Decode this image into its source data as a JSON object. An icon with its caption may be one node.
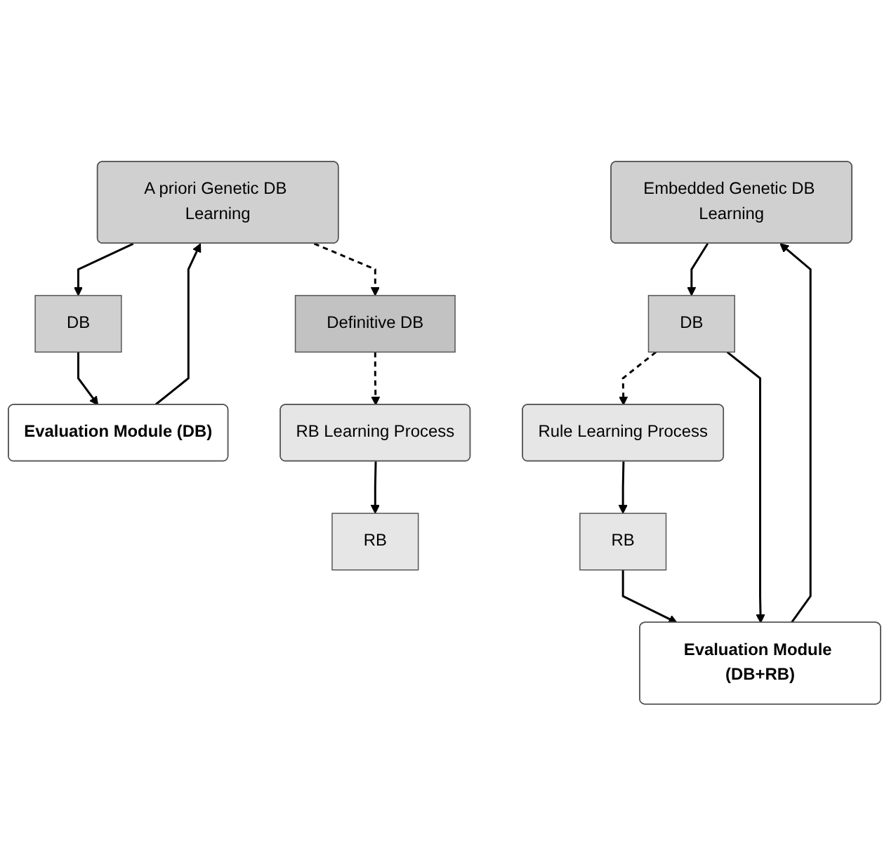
{
  "diagram": {
    "nodes": [
      {
        "text": [
          "A priori Genetic DB Learning"
        ]
      },
      {
        "text": [
          "Evaluation Module (DB)"
        ]
      },
      {
        "text": [
          "DB"
        ]
      },
      {
        "text": [
          "Definitive DB"
        ]
      },
      {
        "text": [
          "RB Learning Process"
        ]
      },
      {
        "text": [
          "RB"
        ]
      },
      {
        "text": [
          "Embedded Genetic DB Learning"
        ]
      },
      {
        "text": [
          "Rule Learning Process"
        ]
      },
      {
        "text": [
          "Evaluation Module (DB+RB)"
        ]
      },
      {
        "text": [
          "DB"
        ]
      },
      {
        "text": [
          "RB"
        ]
      }
    ],
    "edges": [
      {
        "from": 0,
        "to": 2,
        "arrow": "to"
      },
      {
        "from": 2,
        "to": 1,
        "arrow": "to"
      },
      {
        "from": 1,
        "to": 0,
        "arrow": "to"
      },
      {
        "from": 0,
        "to": 3,
        "arrow": "to",
        "style": "dashed"
      },
      {
        "from": 3,
        "to": 4,
        "arrow": "to",
        "style": "dashed"
      },
      {
        "from": 4,
        "to": 5,
        "arrow": "to"
      },
      {
        "from": 8,
        "to": 6,
        "arrow": "to"
      },
      {
        "from": 6,
        "to": 9,
        "arrow": "to"
      },
      {
        "from": 9,
        "to": 7,
        "arrow": "to",
        "style": "dashed"
      },
      {
        "from": 7,
        "to": 10,
        "arrow": "to"
      },
      {
        "from": 10,
        "to": 8,
        "arrow": "to"
      },
      {
        "from": 9,
        "to": 8,
        "arrow": "to"
      }
    ]
  }
}
